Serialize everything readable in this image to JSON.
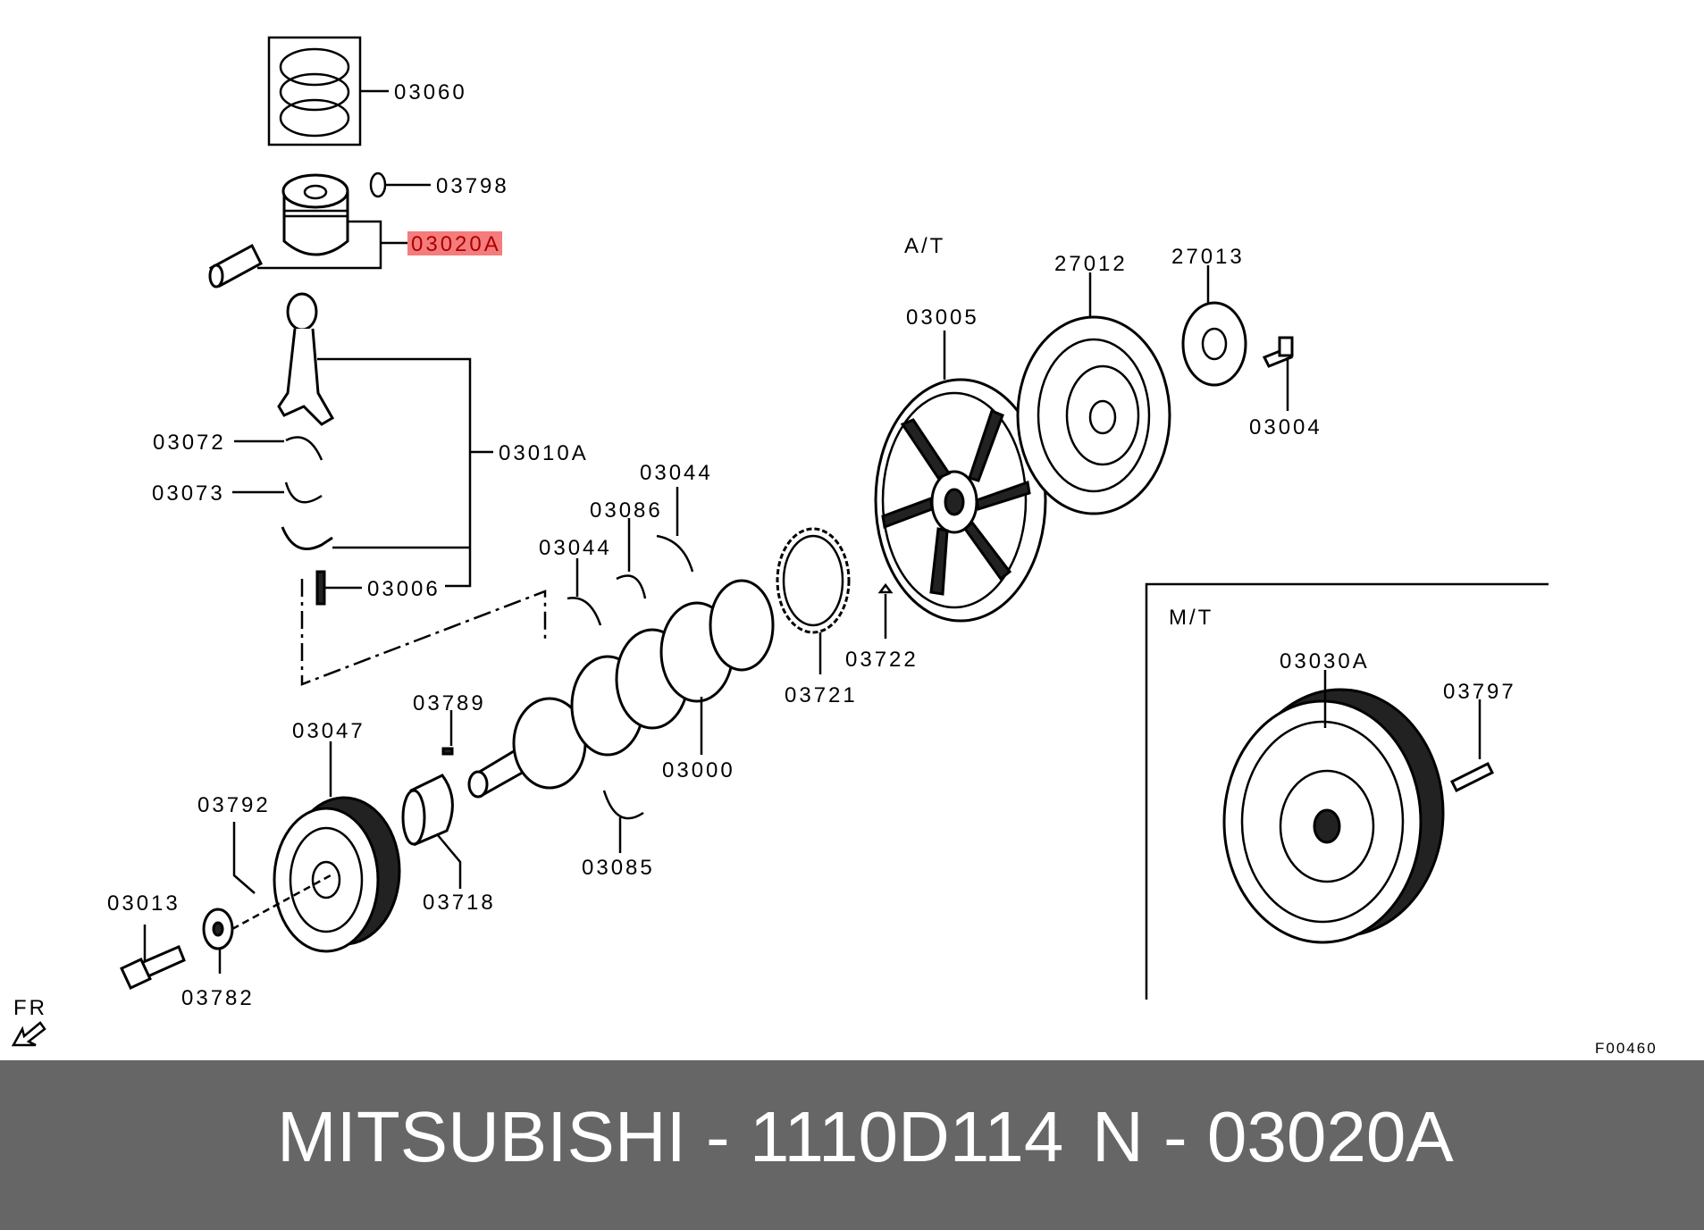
{
  "diagram": {
    "highlight_color": "#f47c7c",
    "section_labels": {
      "automatic": "A/T",
      "manual": "M/T"
    },
    "direction_label": "FR",
    "figure_code": "F00460",
    "highlighted_part": "03020A",
    "parts": {
      "p03060": "03060",
      "p03798": "03798",
      "p03020A": "03020A",
      "p03010A": "03010A",
      "p03072": "03072",
      "p03073": "03073",
      "p03006": "03006",
      "p03044a": "03044",
      "p03086": "03086",
      "p03044b": "03044",
      "p27012": "27012",
      "p27013": "27013",
      "p03005": "03005",
      "p03004": "03004",
      "p03722": "03722",
      "p03721": "03721",
      "p03789": "03789",
      "p03047": "03047",
      "p03000": "03000",
      "p03792": "03792",
      "p03718": "03718",
      "p03085": "03085",
      "p03013": "03013",
      "p03782": "03782",
      "p03030A": "03030A",
      "p03797": "03797"
    }
  },
  "footer": {
    "brand_part": "MITSUBISHI - 1110D114",
    "ref": "N - 03020A"
  }
}
